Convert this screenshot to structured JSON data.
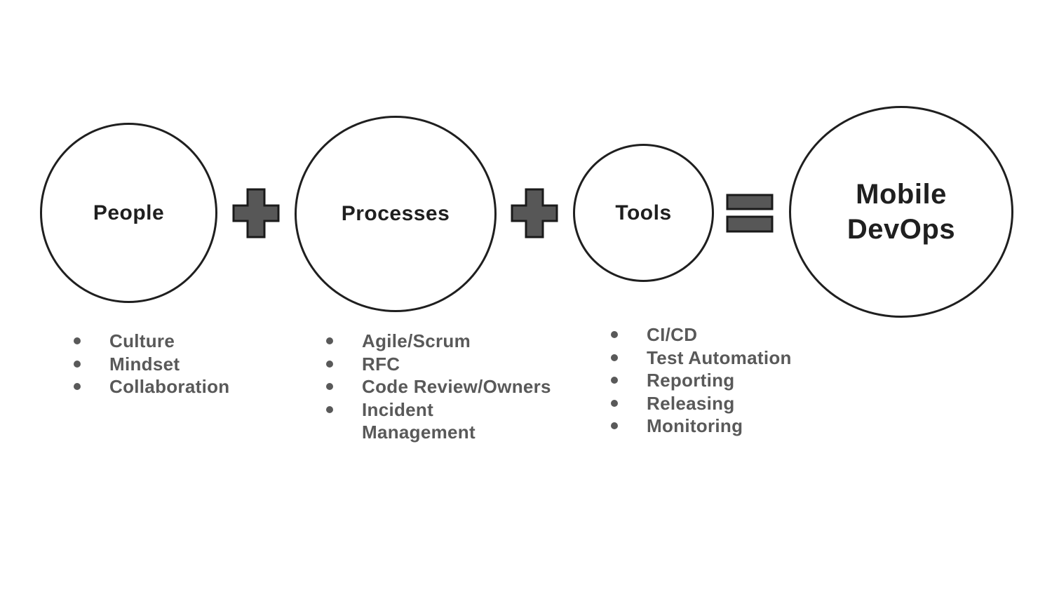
{
  "equation": {
    "terms": [
      {
        "label": "People",
        "items": [
          "Culture",
          "Mindset",
          "Collaboration"
        ]
      },
      {
        "label": "Processes",
        "items": [
          "Agile/Scrum",
          "RFC",
          "Code Review/Owners",
          "Incident\nManagement"
        ]
      },
      {
        "label": "Tools",
        "items": [
          "CI/CD",
          "Test Automation",
          "Reporting",
          "Releasing",
          "Monitoring"
        ]
      }
    ],
    "result_label": "Mobile\nDevOps"
  },
  "operators": {
    "plus": "+",
    "equals": "="
  },
  "colors": {
    "background": "#ffffff",
    "circle_stroke": "#1f1f1f",
    "label_text": "#1f1f1f",
    "list_text": "#595959",
    "operator_fill": "#575757",
    "operator_stroke": "#1a1a1a"
  }
}
